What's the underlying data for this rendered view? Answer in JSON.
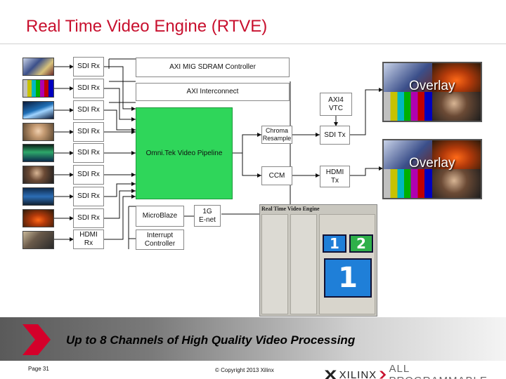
{
  "slide": {
    "title": "Real Time Video Engine (RTVE)",
    "footer_caption": "Up to 8 Channels of High Quality Video Processing",
    "page_number": "Page 31",
    "copyright": "© Copyright 2013 Xilinx",
    "brand_name": "XILINX",
    "brand_tag": "ALL PROGRAMMABLE."
  },
  "ports": [
    {
      "label": "SDI Rx"
    },
    {
      "label": "SDI Rx"
    },
    {
      "label": "SDI Rx"
    },
    {
      "label": "SDI Rx"
    },
    {
      "label": "SDI Rx"
    },
    {
      "label": "SDI Rx"
    },
    {
      "label": "SDI Rx"
    },
    {
      "label": "SDI Rx"
    },
    {
      "label": "HDMI Rx"
    }
  ],
  "blocks": {
    "mig": "AXI MIG SDRAM Controller",
    "interconnect": "AXI Interconnect",
    "pipeline": "Omni.Tek Video Pipeline",
    "vtc": "AXI4 VTC",
    "chroma": "Chroma Resample",
    "sdi_tx": "SDI Tx",
    "ccm": "CCM",
    "hdmi_tx": "HDMI Tx",
    "microblaze": "MicroBlaze",
    "ethernet": "1G E-net",
    "interrupt": "Interrupt Controller"
  },
  "overlays": [
    {
      "label": "Overlay"
    },
    {
      "label": "Overlay"
    }
  ],
  "gui": {
    "title": "Real Time Video Engine",
    "tiles": [
      "1",
      "2",
      "1"
    ]
  },
  "colors": {
    "title_red": "#c8102e",
    "pipeline_green": "#2fd65a",
    "tile_blue": "#1f7fd8"
  }
}
